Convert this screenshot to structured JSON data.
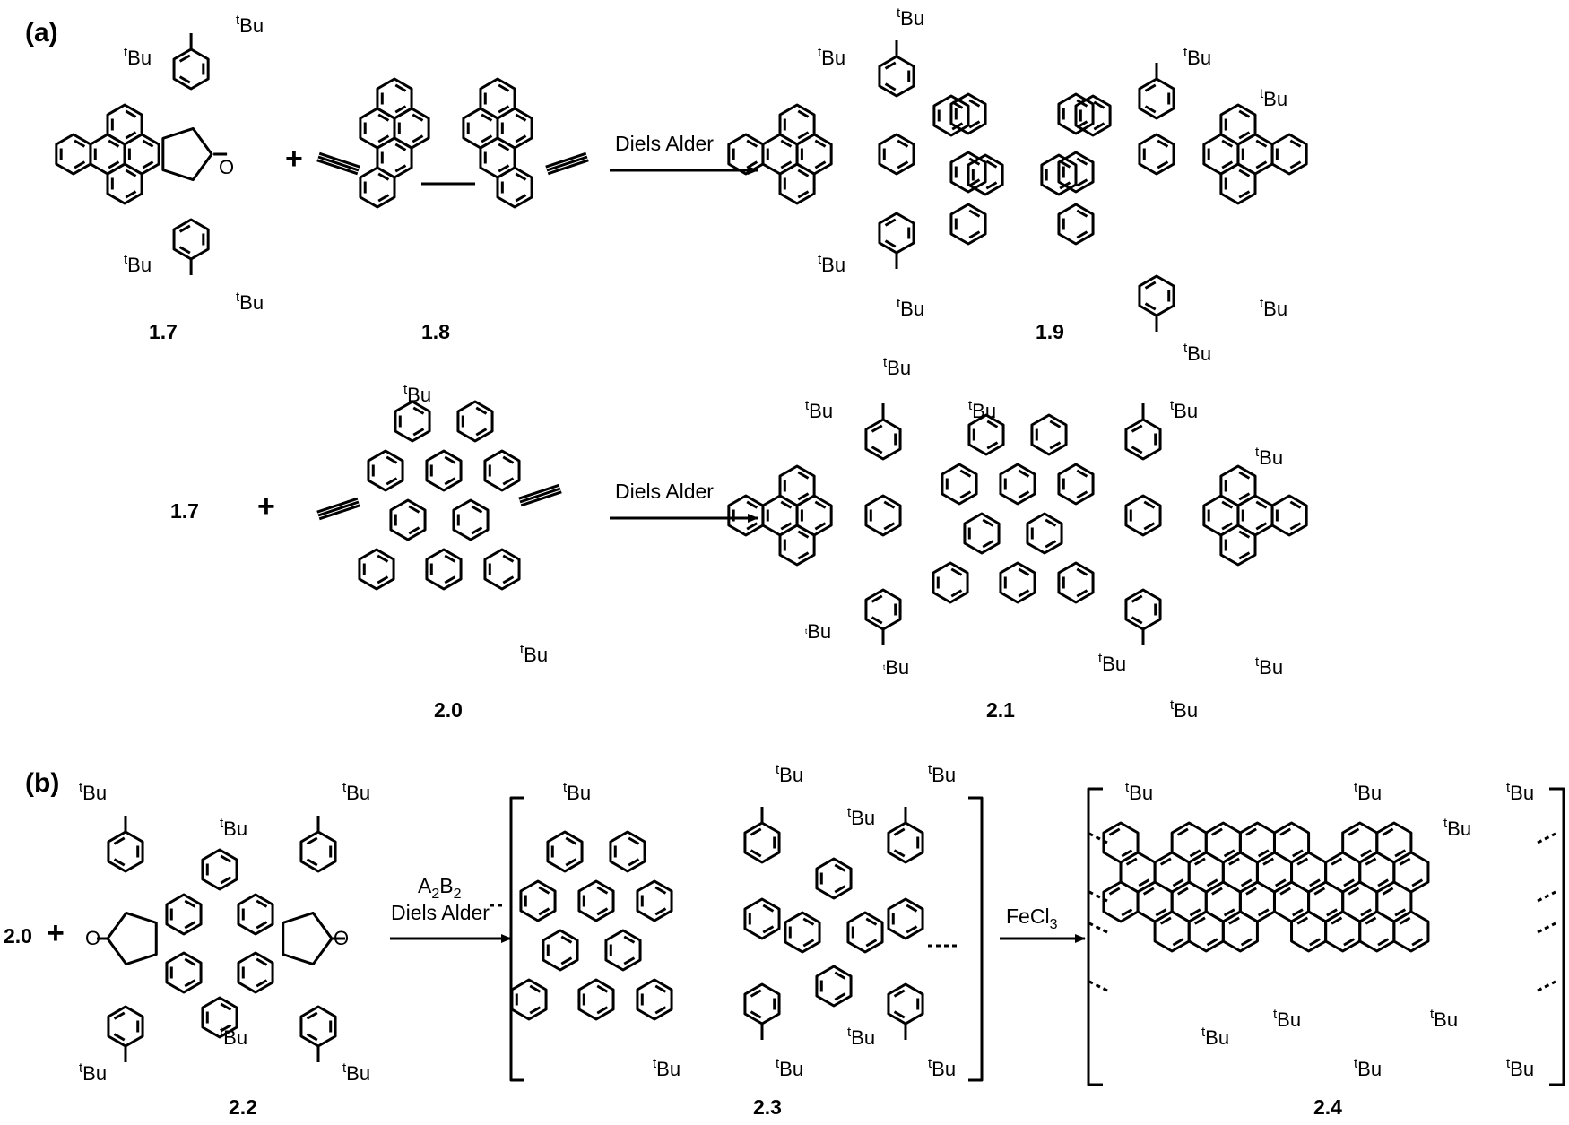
{
  "panels": {
    "a": "(a)",
    "b": "(b)"
  },
  "substituent": {
    "t": "t",
    "bu": "Bu"
  },
  "oxygen": "O",
  "plus": "+",
  "compounds": {
    "c17": "1.7",
    "c17b": "1.7",
    "c18": "1.8",
    "c19": "1.9",
    "c20": "2.0",
    "c20b": "2.0",
    "c21": "2.1",
    "c22": "2.2",
    "c23": "2.3",
    "c24": "2.4"
  },
  "conditions": {
    "r1": "Diels Alder",
    "r2": "Diels Alder",
    "r3_line1_main": "A",
    "r3_line1_sub1": "2",
    "r3_line1_mid": "B",
    "r3_line1_sub2": "2",
    "r3_line2": "Diels Alder",
    "r4_main": "FeCl",
    "r4_sub": "3"
  }
}
